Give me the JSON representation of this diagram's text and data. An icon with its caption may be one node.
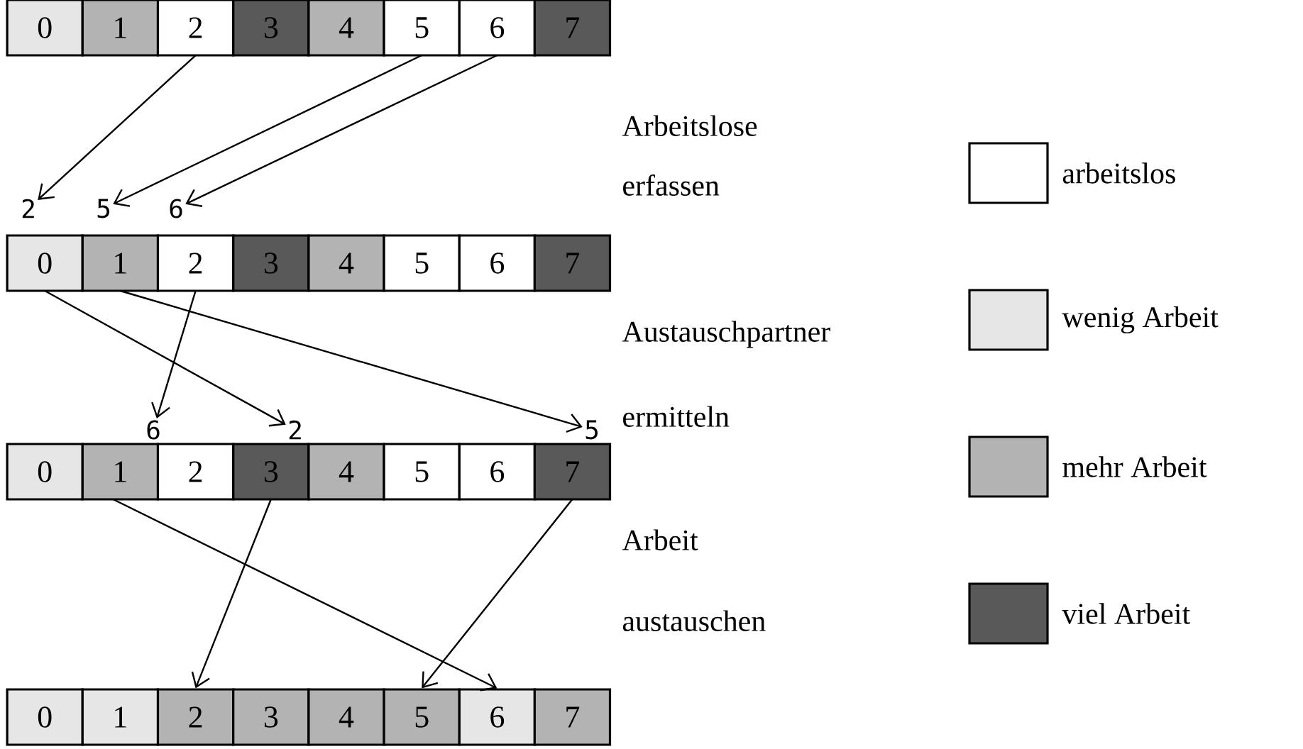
{
  "diagram": {
    "nodes": [
      {
        "text": [
          "0"
        ]
      },
      {
        "text": [
          "1"
        ]
      },
      {
        "text": [
          "2"
        ]
      },
      {
        "text": [
          "3"
        ]
      },
      {
        "text": [
          "4"
        ]
      },
      {
        "text": [
          "5"
        ]
      },
      {
        "text": [
          "6"
        ]
      },
      {
        "text": [
          "7"
        ]
      },
      {
        "text": [
          "2"
        ]
      },
      {
        "text": [
          "5"
        ]
      },
      {
        "text": [
          "6"
        ]
      },
      {
        "text": [
          "0"
        ]
      },
      {
        "text": [
          "1"
        ]
      },
      {
        "text": [
          "2"
        ]
      },
      {
        "text": [
          "3"
        ]
      },
      {
        "text": [
          "4"
        ]
      },
      {
        "text": [
          "5"
        ]
      },
      {
        "text": [
          "6"
        ]
      },
      {
        "text": [
          "7"
        ]
      },
      {
        "text": [
          "6"
        ]
      },
      {
        "text": [
          "2"
        ]
      },
      {
        "text": [
          "5"
        ]
      },
      {
        "text": [
          "0"
        ]
      },
      {
        "text": [
          "1"
        ]
      },
      {
        "text": [
          "2"
        ]
      },
      {
        "text": [
          "3"
        ]
      },
      {
        "text": [
          "4"
        ]
      },
      {
        "text": [
          "5"
        ]
      },
      {
        "text": [
          "6"
        ]
      },
      {
        "text": [
          "7"
        ]
      },
      {
        "text": [
          "0"
        ]
      },
      {
        "text": [
          "1"
        ]
      },
      {
        "text": [
          "2"
        ]
      },
      {
        "text": [
          "3"
        ]
      },
      {
        "text": [
          "4"
        ]
      },
      {
        "text": [
          "5"
        ]
      },
      {
        "text": [
          "6"
        ]
      },
      {
        "text": [
          "7"
        ]
      }
    ],
    "edges": [
      {
        "from": 2,
        "to": 8,
        "arrow": "to"
      },
      {
        "from": 5,
        "to": 9,
        "arrow": "to"
      },
      {
        "from": 6,
        "to": 10,
        "arrow": "to"
      },
      {
        "from": 11,
        "to": 20,
        "arrow": "to"
      },
      {
        "from": 12,
        "to": 21,
        "arrow": "to"
      },
      {
        "from": 13,
        "to": 19,
        "arrow": "to"
      },
      {
        "from": 23,
        "to": 36,
        "arrow": "to"
      },
      {
        "from": 25,
        "to": 32,
        "arrow": "to"
      },
      {
        "from": 29,
        "to": 35,
        "arrow": "to"
      }
    ],
    "labels": [
      "Arbeitslose erfassen",
      "Austauschpartner ermitteln",
      "Arbeit austauschen"
    ],
    "legend": [
      {
        "text": "arbeitslos"
      },
      {
        "text": "wenig Arbeit",
        "color": "#e6e6e6"
      },
      {
        "text": "mehr Arbeit",
        "color": "#b3b3b3"
      },
      {
        "text": "viel Arbeit",
        "color": "#595959"
      }
    ]
  }
}
